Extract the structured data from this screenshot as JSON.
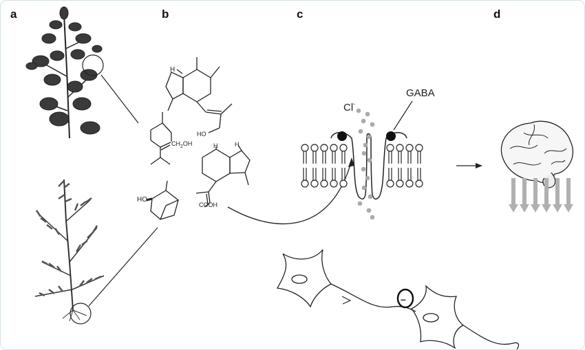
{
  "panels": {
    "a": "a",
    "b": "b",
    "c": "c",
    "d": "d"
  },
  "chemistry": {
    "alcohol_group": "CH2OH",
    "alcohol_group_main": "CH",
    "alcohol_group_sub": "2",
    "alcohol_group_end": "OH",
    "hydroxyl_left": "HO",
    "hydroxyl_bottom": "HO",
    "acid_group": "COOH",
    "hydrogen_1": "H",
    "hydrogen_2": "H",
    "hydrogen_3": "H"
  },
  "receptor": {
    "ion": "Cl",
    "ion_charge": "-",
    "ligand": "GABA"
  },
  "neuron": {
    "inhibition_sign": "–"
  },
  "colors": {
    "dots": "#aaaaaa",
    "arrows_down": "#b0b0b0",
    "ink": "#222222",
    "frame": "#cfe3ea"
  }
}
